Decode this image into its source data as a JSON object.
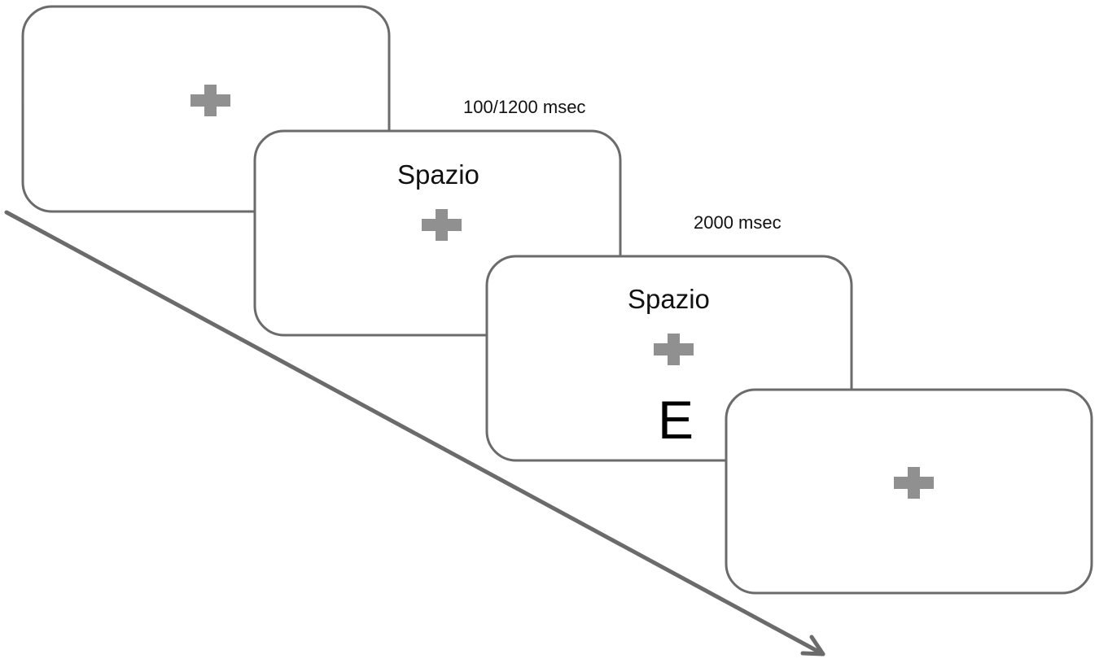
{
  "diagram": {
    "frames": [
      {
        "id": "fixation",
        "cue": "",
        "target": ""
      },
      {
        "id": "cue",
        "cue": "Spazio",
        "target": ""
      },
      {
        "id": "cue-target",
        "cue": "Spazio",
        "target": "E"
      },
      {
        "id": "post-fixation",
        "cue": "",
        "target": ""
      }
    ],
    "timings": {
      "cue_duration": "100/1200 msec",
      "target_duration": "2000 msec"
    },
    "colors": {
      "frame_stroke": "#6b6b6b",
      "fixation_cross": "#909090",
      "arrow": "#6b6b6b"
    }
  }
}
